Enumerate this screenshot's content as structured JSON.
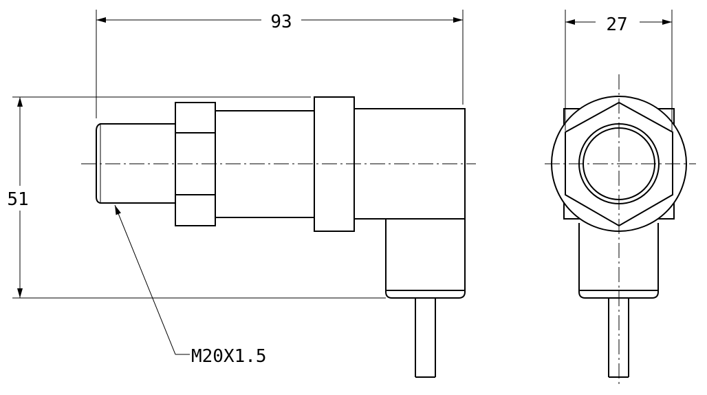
{
  "drawing": {
    "dimensions": {
      "overall_length": "93",
      "overall_height": "51",
      "width": "27"
    },
    "thread_callout": "M20X1.5",
    "colors": {
      "line": "#000000",
      "background": "#ffffff"
    }
  }
}
